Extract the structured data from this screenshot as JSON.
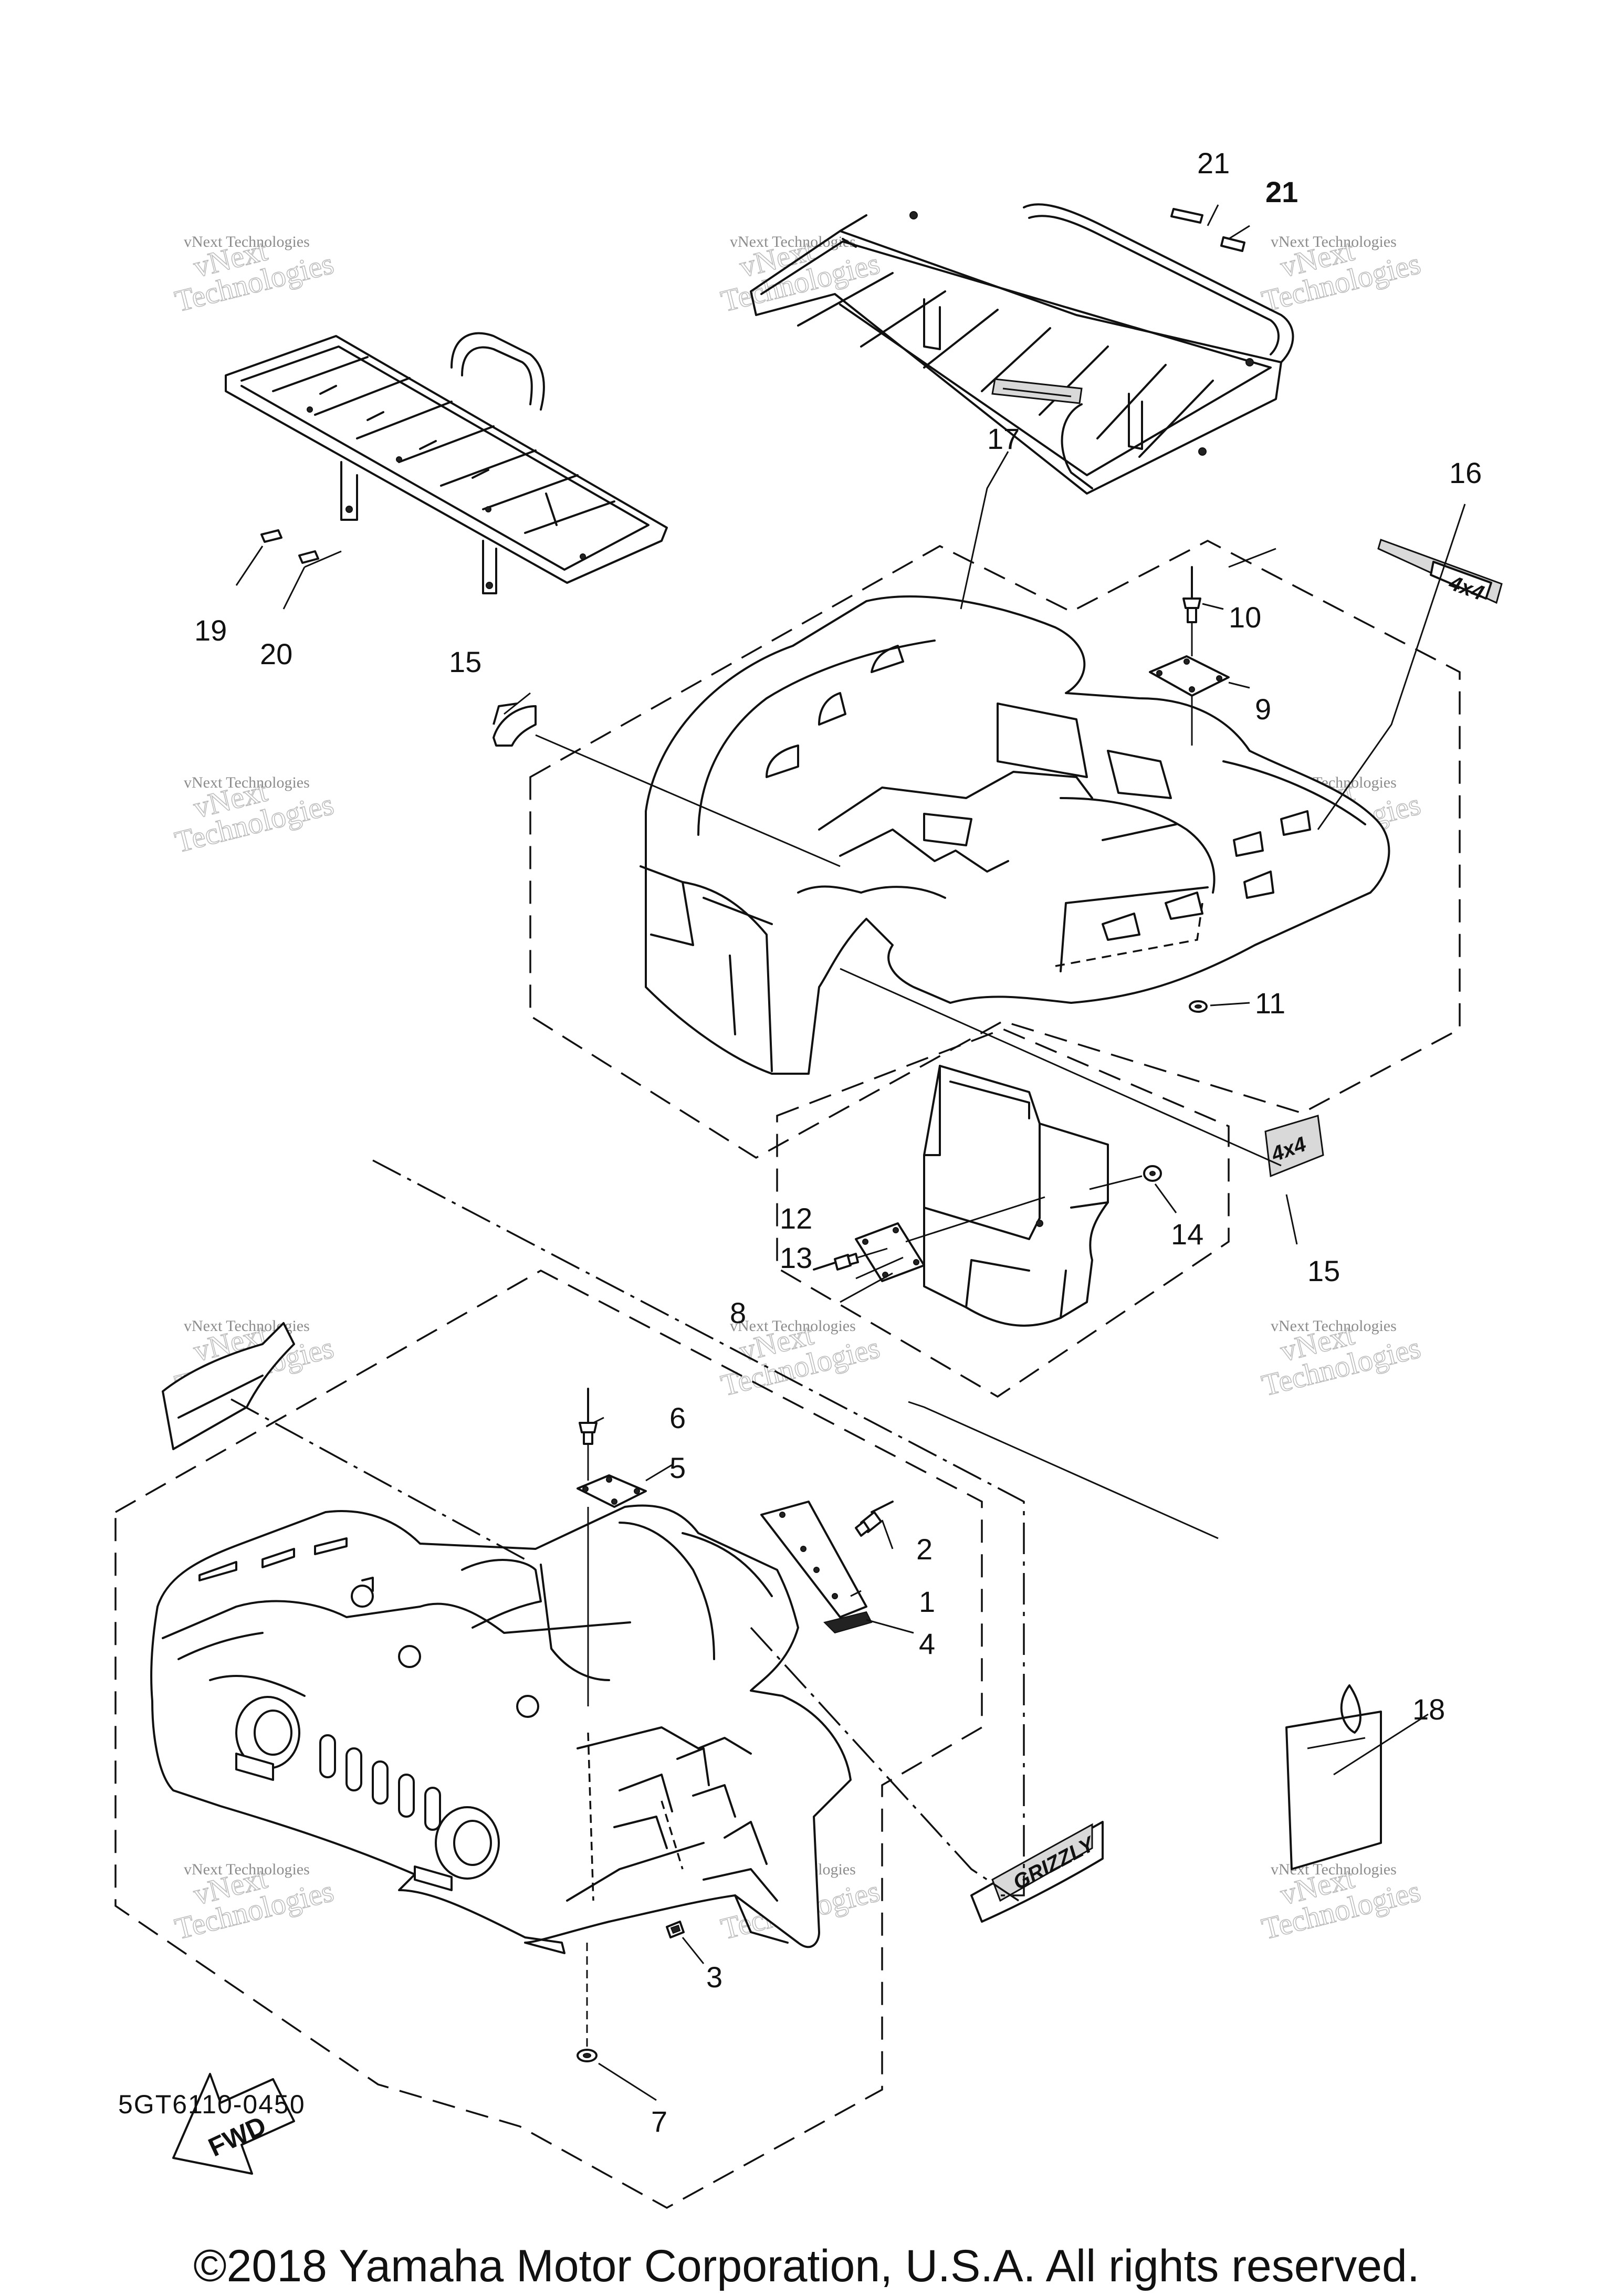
{
  "callouts": {
    "c1": "1",
    "c2": "2",
    "c3": "3",
    "c4": "4",
    "c5": "5",
    "c6": "6",
    "c7": "7",
    "c8": "8",
    "c9": "9",
    "c10": "10",
    "c11": "11",
    "c12": "12",
    "c13": "13",
    "c14": "14",
    "c15a": "15",
    "c15b": "15",
    "c16": "16",
    "c17": "17",
    "c18": "18",
    "c19": "19",
    "c20": "20",
    "c21a": "21",
    "c21b": "21"
  },
  "watermark": {
    "line1": "vNext Technologies",
    "line2": "vNext",
    "line3": "Technologies"
  },
  "decals": {
    "fwd": "FWD",
    "four_by_four": "4x4",
    "grizzly": "GRIZZLY"
  },
  "diagram_code": "5GT6110-0450",
  "copyright": "©2018 Yamaha Motor Corporation, U.S.A. All rights reserved.",
  "colors": {
    "ink": "#111111",
    "watermark": "#8c8c8c",
    "background": "#ffffff"
  }
}
